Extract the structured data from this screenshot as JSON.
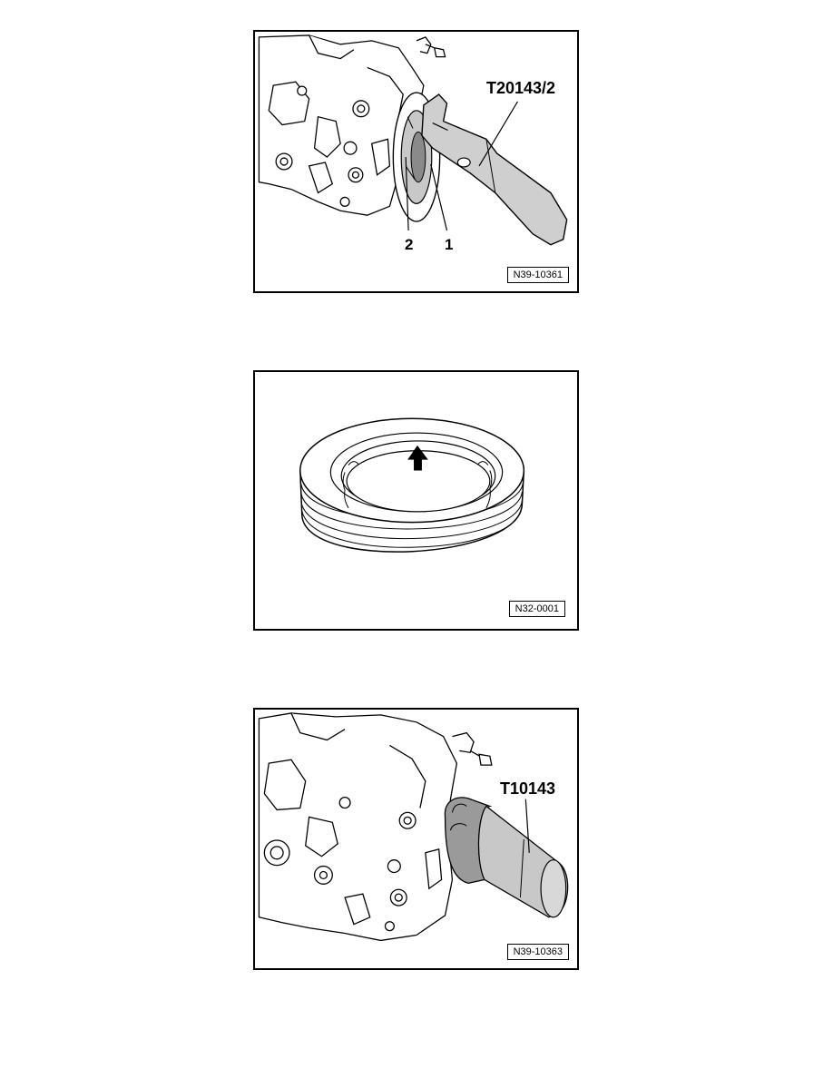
{
  "figures": [
    {
      "figure_id": "N39-10361",
      "tool_label": "T20143/2",
      "callouts": [
        "2",
        "1"
      ]
    },
    {
      "figure_id": "N32-0001"
    },
    {
      "figure_id": "N39-10363",
      "tool_label": "T10143"
    }
  ],
  "colors": {
    "line": "#000000",
    "tool_fill": "#cfcfcf",
    "tool_dark": "#8a8a8a",
    "housing_fill": "#ffffff"
  },
  "icons": {
    "arrow": "arrow-up-icon"
  }
}
